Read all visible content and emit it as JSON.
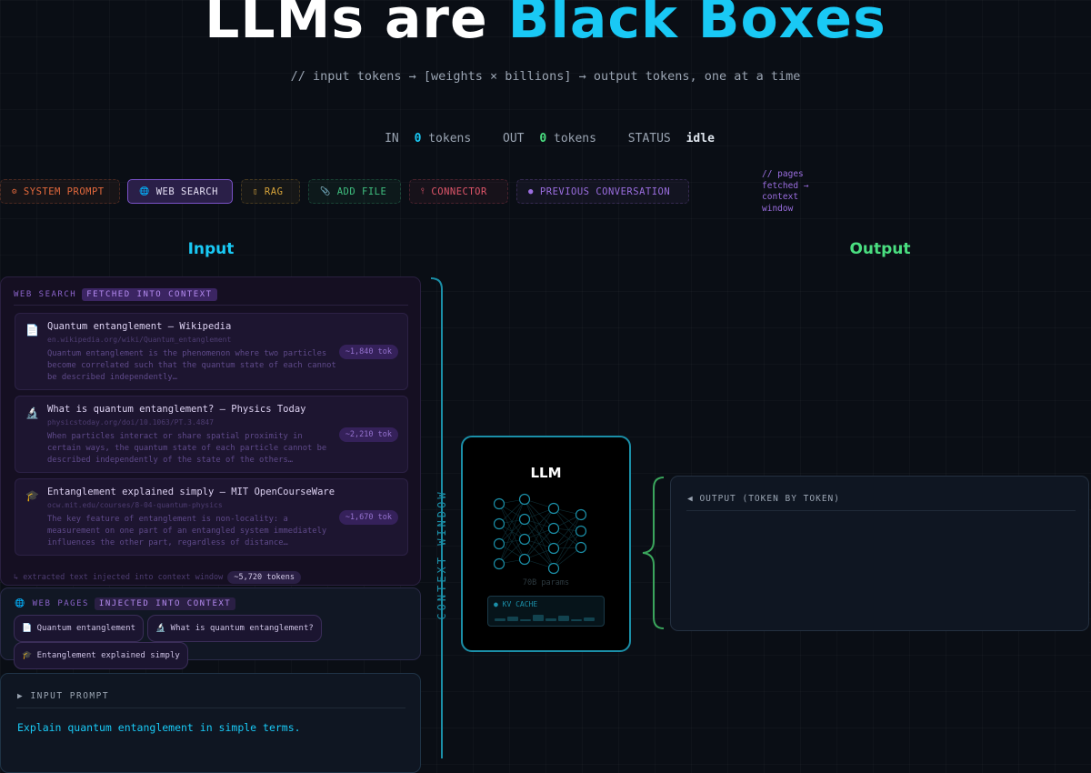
{
  "header": {
    "title_plain": "LLMs are ",
    "title_accent": "Black Boxes",
    "subtitle": "// input tokens → [weights × billions] → output tokens, one at a time"
  },
  "stats": {
    "in_label": "IN",
    "in_value": "0",
    "in_unit": "tokens",
    "out_label": "OUT",
    "out_value": "0",
    "out_unit": "tokens",
    "status_label": "STATUS",
    "status_value": "idle"
  },
  "toolbar": [
    {
      "icon": "gear-icon",
      "glyph": "⚙",
      "label": "SYSTEM PROMPT",
      "color": "#e2683c"
    },
    {
      "icon": "globe-icon",
      "glyph": "🌐",
      "label": "WEB SEARCH",
      "color": "#e6e0f5",
      "active": true
    },
    {
      "icon": "database-icon",
      "glyph": "▯",
      "label": "RAG",
      "color": "#d7a43a"
    },
    {
      "icon": "paperclip-icon",
      "glyph": "📎",
      "label": "ADD FILE",
      "color": "#3fbf7f"
    },
    {
      "icon": "plug-icon",
      "glyph": "⫯",
      "label": "CONNECTOR",
      "color": "#e0566a"
    },
    {
      "icon": "chat-bubble-icon",
      "glyph": "●",
      "label": "PREVIOUS CONVERSATION",
      "color": "#9b6ee0"
    }
  ],
  "note": [
    "// pages",
    "fetched →",
    "context",
    "window"
  ],
  "columns": {
    "input": "Input",
    "output": "Output"
  },
  "web_search": {
    "label": "WEB SEARCH",
    "badge": "FETCHED INTO CONTEXT",
    "results": [
      {
        "icon": "document-icon",
        "glyph": "📄",
        "title": "Quantum entanglement — Wikipedia",
        "url": "en.wikipedia.org/wiki/Quantum_entanglement",
        "snippet": "Quantum entanglement is the phenomenon where two particles become correlated such that the quantum state of each cannot be described independently…",
        "tokens": "~1,840 tok"
      },
      {
        "icon": "microscope-icon",
        "glyph": "🔬",
        "title": "What is quantum entanglement? — Physics Today",
        "url": "physicstoday.org/doi/10.1063/PT.3.4847",
        "snippet": "When particles interact or share spatial proximity in certain ways, the quantum state of each particle cannot be described independently of the state of the others…",
        "tokens": "~2,210 tok"
      },
      {
        "icon": "graduation-cap-icon",
        "glyph": "🎓",
        "title": "Entanglement explained simply — MIT OpenCourseWare",
        "url": "ocw.mit.edu/courses/8-04-quantum-physics",
        "snippet": "The key feature of entanglement is non-locality: a measurement on one part of an entangled system immediately influences the other part, regardless of distance…",
        "tokens": "~1,670 tok"
      }
    ],
    "footer": "↳ extracted text injected into context window",
    "footer_tokens": "~5,720 tokens"
  },
  "web_pages": {
    "label": "WEB PAGES",
    "badge": "INJECTED INTO CONTEXT",
    "chips": [
      {
        "icon": "document-icon",
        "glyph": "📄",
        "label": "Quantum entanglement"
      },
      {
        "icon": "microscope-icon",
        "glyph": "🔬",
        "label": "What is quantum entanglement?"
      },
      {
        "icon": "graduation-cap-icon",
        "glyph": "🎓",
        "label": "Entanglement explained simply"
      }
    ]
  },
  "input_prompt": {
    "label": "▶ INPUT PROMPT",
    "text": "Explain quantum entanglement in simple terms."
  },
  "context_window_label": "CONTEXT WINDOW",
  "llm": {
    "title": "LLM",
    "params": "70B params",
    "kv_cache": "● KV CACHE"
  },
  "output": {
    "label": "◀ OUTPUT (TOKEN BY TOKEN)",
    "text": ""
  },
  "colors": {
    "cyan": "#19c9f5",
    "green": "#4ade80",
    "purple": "#9b6ee0"
  }
}
